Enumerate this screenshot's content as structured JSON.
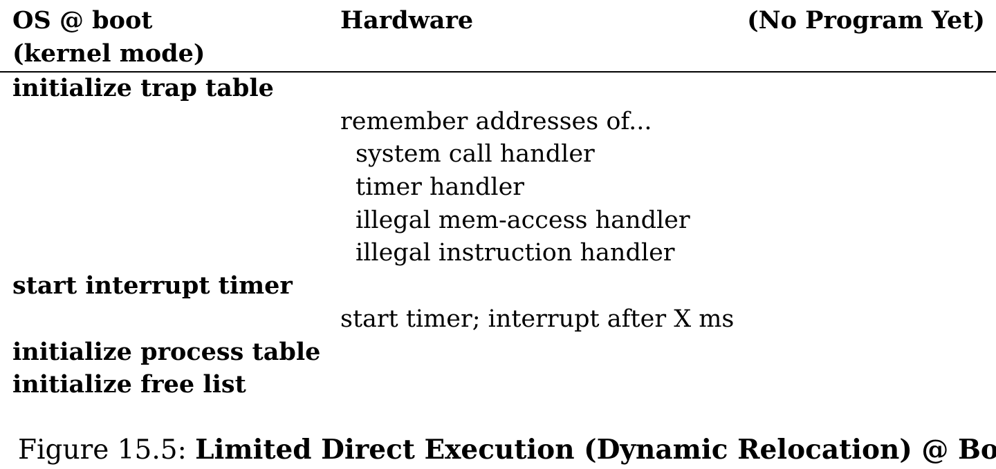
{
  "header": {
    "os_line1": "OS @ boot",
    "os_line2": "(kernel mode)",
    "hardware": "Hardware",
    "program": "(No Program Yet)"
  },
  "rows": [
    {
      "col": "os",
      "text": "initialize trap table"
    },
    {
      "col": "hw",
      "text": "remember addresses of..."
    },
    {
      "col": "hw",
      "text": "system call handler"
    },
    {
      "col": "hw",
      "text": "timer handler"
    },
    {
      "col": "hw",
      "text": "illegal mem-access handler"
    },
    {
      "col": "hw",
      "text": "illegal instruction handler"
    },
    {
      "col": "os",
      "text": "start interrupt timer"
    },
    {
      "col": "hw",
      "text": "start timer; interrupt after X ms"
    },
    {
      "col": "os",
      "text": "initialize process table"
    },
    {
      "col": "os",
      "text": "initialize free list"
    }
  ],
  "caption": {
    "label": "Figure 15.5:",
    "title": "Limited Direct Execution (Dynamic Relocation) @ Boot"
  }
}
